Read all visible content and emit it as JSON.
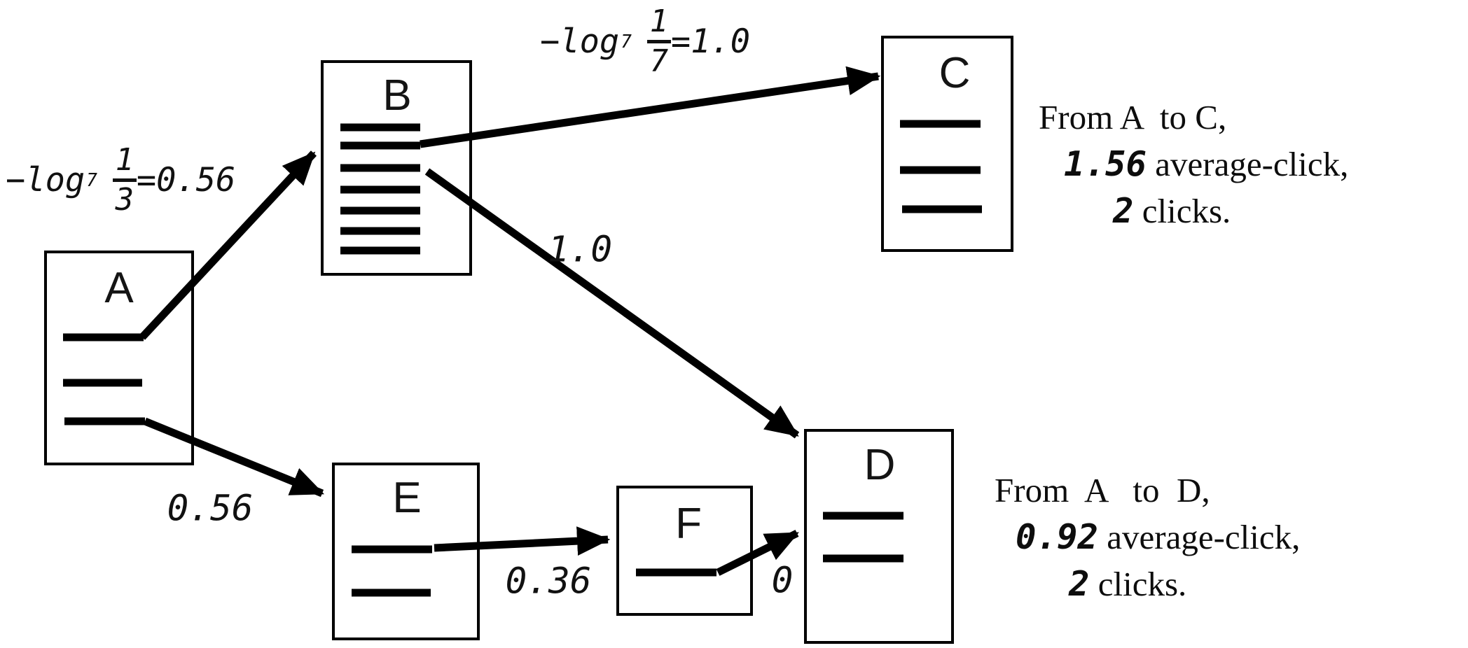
{
  "diagram": {
    "nodes": {
      "a": {
        "label": "A"
      },
      "b": {
        "label": "B"
      },
      "c": {
        "label": "C"
      },
      "d": {
        "label": "D"
      },
      "e": {
        "label": "E"
      },
      "f": {
        "label": "F"
      }
    },
    "edges": {
      "a_to_b": {
        "formula": {
          "prefix": "−log",
          "base": "7",
          "numerator": "1",
          "denominator": "3",
          "result": "=0.56"
        }
      },
      "b_to_c": {
        "formula": {
          "prefix": "−log",
          "base": "7",
          "numerator": "1",
          "denominator": "7",
          "result": "=1.0"
        }
      },
      "b_to_d": {
        "label": "1.0"
      },
      "a_to_e": {
        "label": "0.56"
      },
      "e_to_f": {
        "label": "0.36"
      },
      "f_to_d": {
        "label": "0"
      }
    },
    "notes": {
      "a_to_c": {
        "line1": "From A  to C,",
        "value": "1.56",
        "line2_rest": " average-click,",
        "clicks": "2",
        "line3_rest": " clicks."
      },
      "a_to_d": {
        "line1": "From  A   to  D,",
        "value": "0.92",
        "line2_rest": " average-click,",
        "clicks": "2",
        "line3_rest": " clicks."
      }
    }
  }
}
